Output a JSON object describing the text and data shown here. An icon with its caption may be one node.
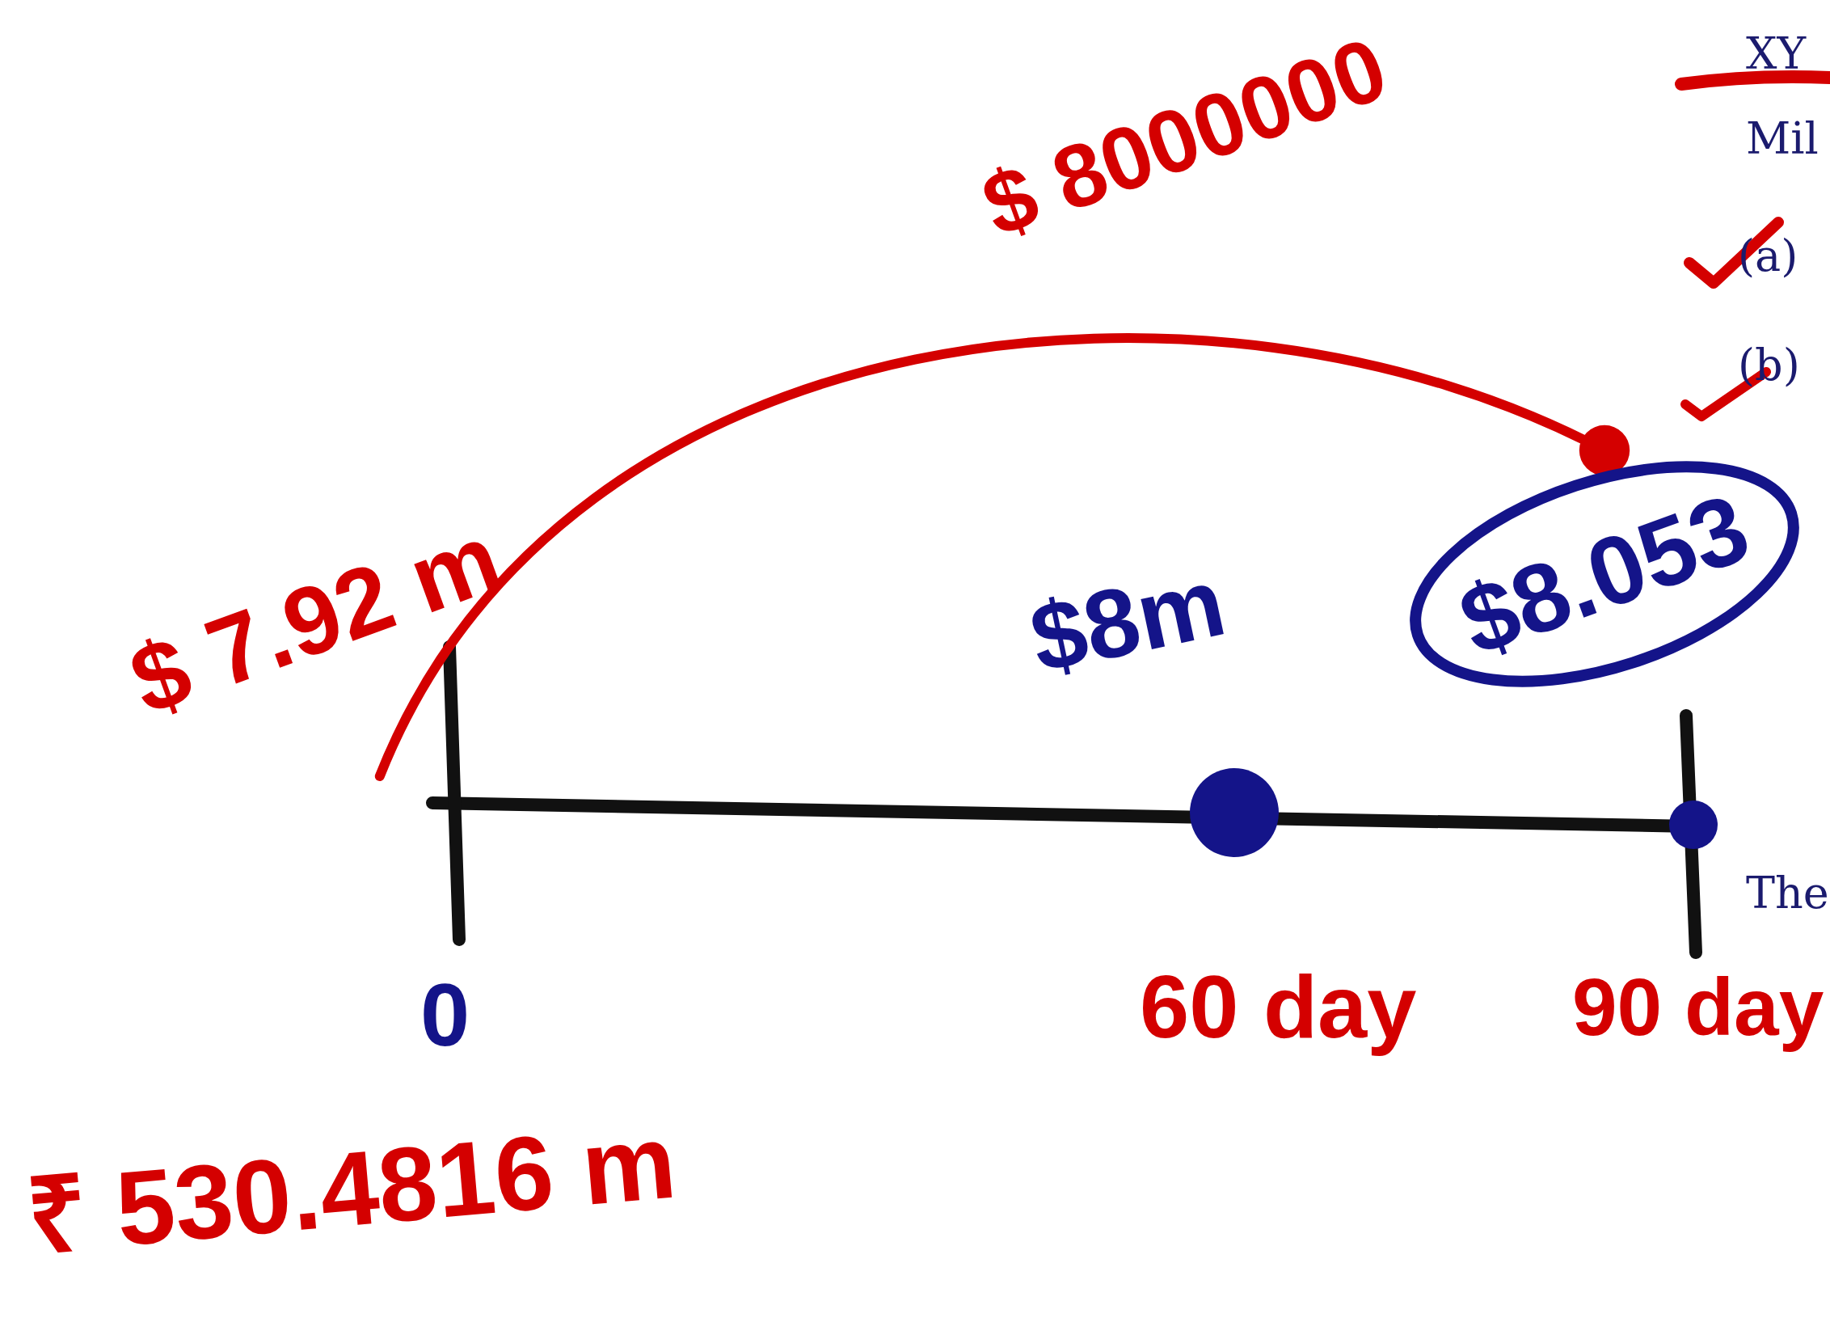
{
  "diagram": {
    "nodes": [
      {
        "text": [
          "$ 7.92 m"
        ]
      },
      {
        "text": [
          "$8.053"
        ]
      }
    ],
    "edges": [
      {
        "from": 0,
        "to": 1,
        "arrow": "other",
        "color": "#d40000"
      }
    ],
    "labels": [
      "$ 8000000",
      "$8m",
      "0",
      "60 day",
      "90 day",
      "₹ 530.4816 m",
      "XY",
      "Mil",
      "(a)",
      "(b)",
      "The"
    ]
  }
}
